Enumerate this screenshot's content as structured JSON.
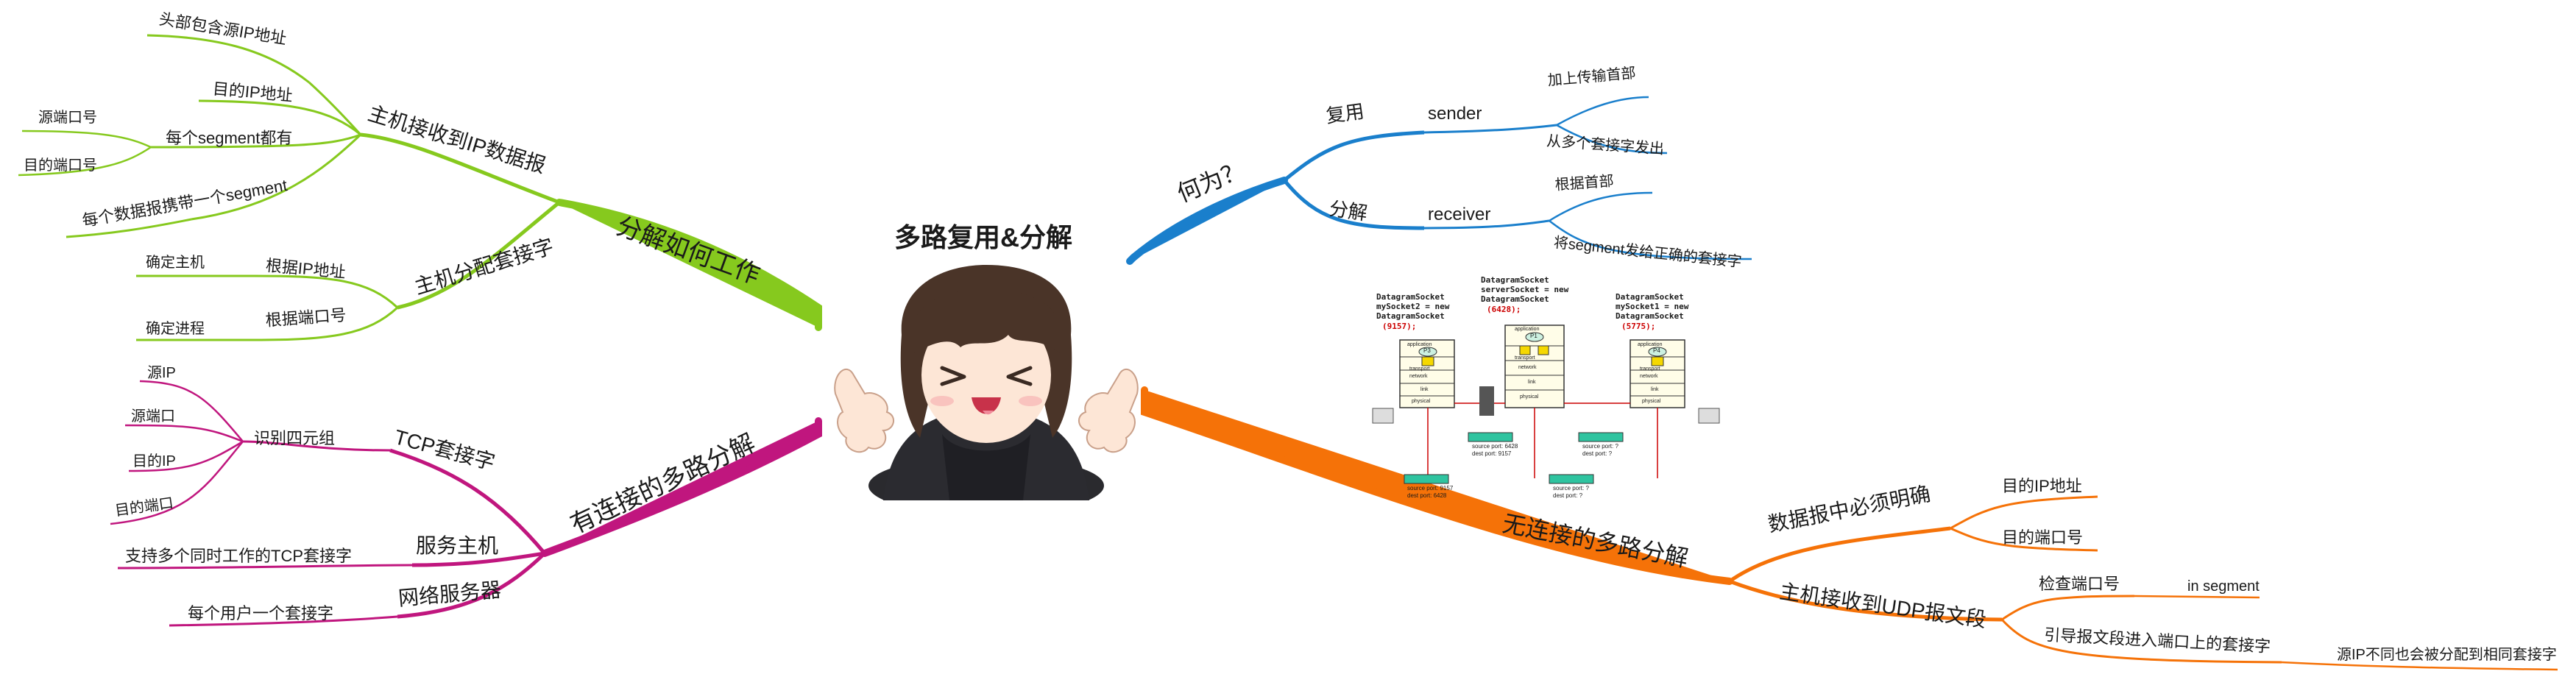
{
  "central": {
    "title": "多路复用&分解"
  },
  "colors": {
    "green": "#86c91e",
    "purple": "#c0167e",
    "blue": "#1a7fcc",
    "orange": "#f57208",
    "text": "#1a1a1a"
  },
  "green": {
    "main": "分解如何工作",
    "host_receives": {
      "label": "主机接收到IP数据报",
      "items": [
        "头部包含源IP地址",
        "目的IP地址",
        "每个segment都有",
        "每个数据报携带一个segment"
      ],
      "ports": [
        "源端口号",
        "目的端口号"
      ]
    },
    "host_assign": {
      "label": "主机分配套接字",
      "by_ip": "根据IP地址",
      "by_ip_leaf": "确定主机",
      "by_port": "根据端口号",
      "by_port_leaf": "确定进程"
    }
  },
  "purple": {
    "main": "有连接的多路分解",
    "tcp": {
      "label": "TCP套接字",
      "sub": "识别四元组",
      "leaves": [
        "源IP",
        "源端口",
        "目的IP",
        "目的端口"
      ]
    },
    "server": {
      "label": "服务主机",
      "leaf": "支持多个同时工作的TCP套接字"
    },
    "web": {
      "label": "网络服务器",
      "leaf": "每个用户一个套接字"
    }
  },
  "blue": {
    "main": "何为？",
    "mux": {
      "label": "复用",
      "role": "sender",
      "leaves": [
        "加上传输首部",
        "从多个套接字发出"
      ]
    },
    "demux": {
      "label": "分解",
      "role": "receiver",
      "leaves": [
        "根据首部",
        "将segment发给正确的套接字"
      ]
    }
  },
  "orange": {
    "main": "无连接的多路分解",
    "must": {
      "label": "数据报中必须明确",
      "leaves": [
        "目的IP地址",
        "目的端口号"
      ]
    },
    "udp": {
      "label": "主机接收到UDP报文段",
      "check": "检查端口号",
      "check_leaf": "in segment",
      "direct": "引导报文段进入端口上的套接字",
      "direct_leaf": "源IP不同也会被分配到相同套接字"
    }
  },
  "diagram": {
    "left": {
      "code": [
        "DatagramSocket",
        "mySocket2 = new",
        "DatagramSocket"
      ],
      "port": "(9157);",
      "proc": "P3"
    },
    "mid": {
      "code": [
        "DatagramSocket",
        "serverSocket = new",
        "DatagramSocket"
      ],
      "port": "(6428);",
      "proc": "P1"
    },
    "right": {
      "code": [
        "DatagramSocket",
        "mySocket1 = new",
        "DatagramSocket"
      ],
      "port": "(5775);",
      "proc": "P4"
    },
    "layers": [
      "application",
      "transport",
      "network",
      "link",
      "physical"
    ],
    "packets": [
      [
        "source port: 6428",
        "dest port: 9157"
      ],
      [
        "source port: ?",
        "dest port: ?"
      ],
      [
        "source port: 9157",
        "dest port: 6428"
      ],
      [
        "source port: ?",
        "dest port: ?"
      ]
    ]
  }
}
